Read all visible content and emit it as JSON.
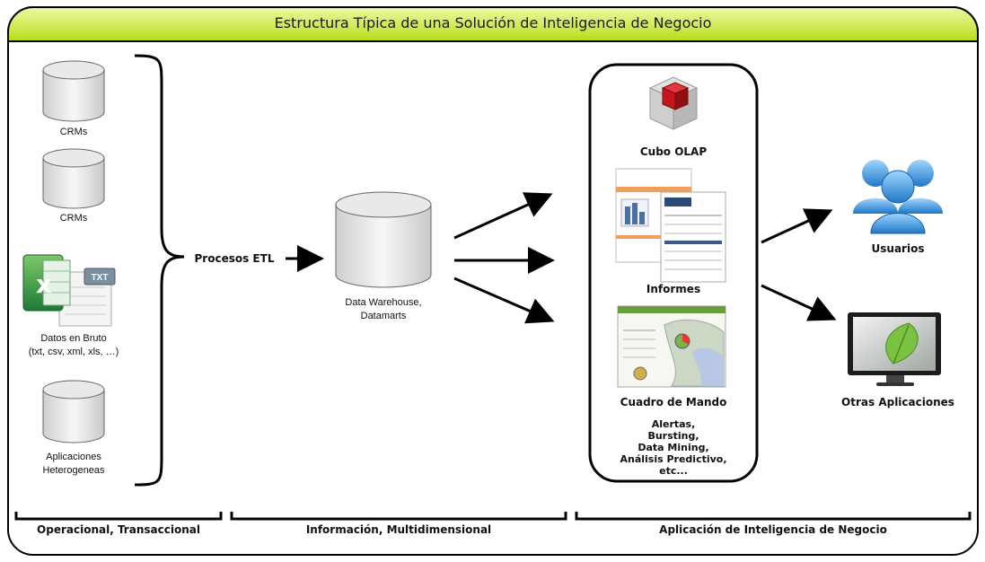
{
  "title": "Estructura Típica de una Solución de Inteligencia de Negocio",
  "sources": {
    "db1_label": "CRMs",
    "db2_label": "CRMs",
    "raw_label_line1": "Datos en Bruto",
    "raw_label_line2": "(txt, csv, xml, xls, …)",
    "raw_badge": "TXT",
    "db3_label_line1": "Aplicaciones",
    "db3_label_line2": "Heterogeneas"
  },
  "etl_label": "Procesos ETL",
  "warehouse": {
    "label_line1": "Data Warehouse,",
    "label_line2": "Datamarts"
  },
  "apps_box": {
    "olap_label": "Cubo OLAP",
    "reports_label": "Informes",
    "dashboard_label": "Cuadro de Mando",
    "extras": [
      "Alertas,",
      "Bursting,",
      "Data Mining,",
      "Análisis Predictivo,",
      "etc..."
    ]
  },
  "users_label": "Usuarios",
  "other_apps_label": "Otras Aplicaciones",
  "footer": {
    "section1": "Operacional, Transaccional",
    "section2": "Información, Multidimensional",
    "section3": "Aplicación de Inteligencia de Negocio"
  },
  "colors": {
    "title_bar": "#bde11a",
    "title_bar_light": "#e6f58a",
    "cube_red": "#c4161c",
    "users_blue": "#3a9de0",
    "leaf_green": "#7cc242"
  }
}
